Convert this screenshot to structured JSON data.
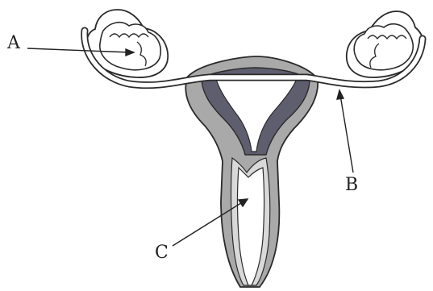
{
  "labels": {
    "a": "A",
    "b": "B",
    "c": "C"
  },
  "colors": {
    "outline": "#2a2a2a",
    "outer_wall": "#a9a9a9",
    "inner_wall": "#5f5e6f",
    "cavity": "#ffffff",
    "background": "#ffffff"
  }
}
